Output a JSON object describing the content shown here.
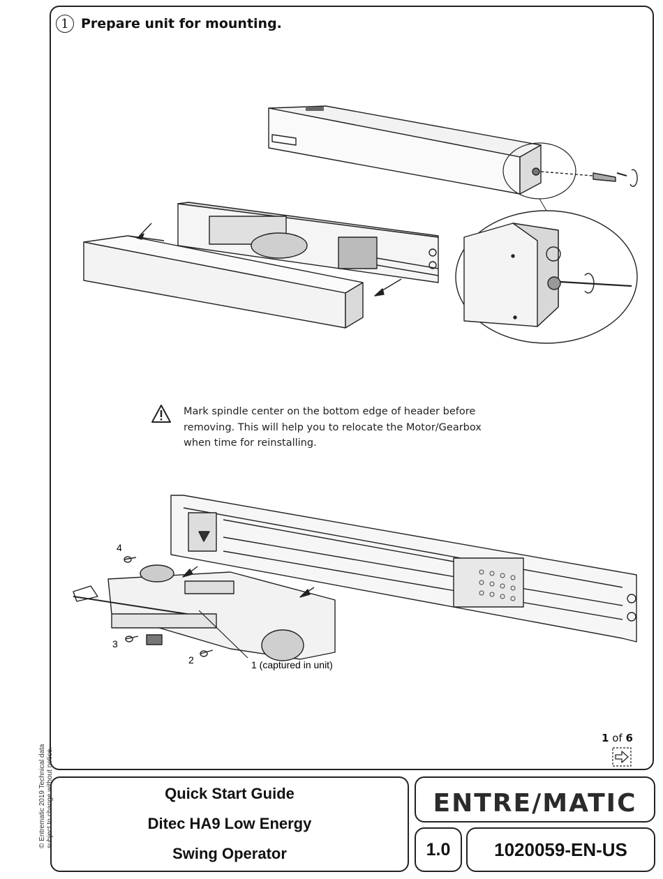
{
  "step": {
    "number": "1",
    "title": "Prepare unit for mounting."
  },
  "warning": {
    "icon": "warning-triangle-icon",
    "text": "Mark spindle center on the bottom edge of header before removing. This will help you to relocate the Motor/Gearbox when time for reinstalling."
  },
  "callouts": {
    "c4": "4",
    "c3": "3",
    "c2": "2",
    "c1": "1 (captured in unit)"
  },
  "pagination": {
    "current": "1",
    "of_label": "of",
    "total": "6",
    "next_icon": "next-page-arrow-icon"
  },
  "copyright": {
    "line1": "© Entrematic 2019 Technical data",
    "line2": "subject to change without notice."
  },
  "footer": {
    "title_line1": "Quick Start Guide",
    "title_line2": "Ditec HA9 Low Energy",
    "title_line3": "Swing Operator",
    "brand": "ENTRE/MATIC",
    "version": "1.0",
    "doc_number": "1020059-EN-US"
  }
}
